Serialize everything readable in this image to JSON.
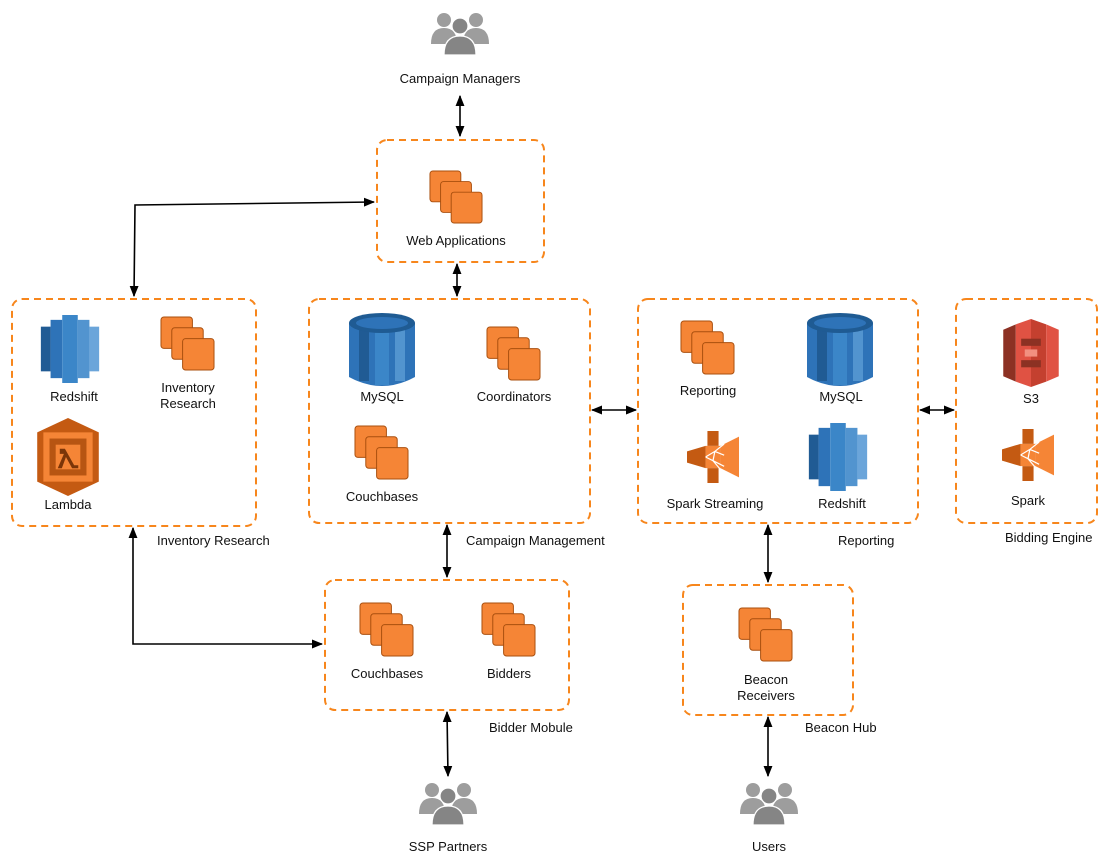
{
  "colors": {
    "group_border": "#f7861c",
    "compute_orange": "#f58536",
    "database_blue": "#2e73b8",
    "storage_red": "#e05243",
    "user_gray": "#9d9d9d",
    "arrow": "#000000"
  },
  "actors": {
    "campaign_managers": "Campaign Managers",
    "ssp_partners": "SSP Partners",
    "users": "Users"
  },
  "groups": {
    "web_applications": {
      "nodes": {
        "web_applications": "Web Applications"
      }
    },
    "inventory_research": {
      "title": "Inventory Research",
      "nodes": {
        "redshift": "Redshift",
        "inventory_research_1": "Inventory",
        "inventory_research_2": "Research",
        "lambda": "Lambda"
      }
    },
    "campaign_management": {
      "title": "Campaign Management",
      "nodes": {
        "mysql": "MySQL",
        "coordinators": "Coordinators",
        "couchbases": "Couchbases"
      }
    },
    "reporting": {
      "title": "Reporting",
      "nodes": {
        "reporting": "Reporting",
        "mysql": "MySQL",
        "spark_streaming": "Spark Streaming",
        "redshift": "Redshift"
      }
    },
    "bidding_engine": {
      "title": "Bidding Engine",
      "nodes": {
        "s3": "S3",
        "spark": "Spark"
      }
    },
    "bidder_module": {
      "title": "Bidder Mobule",
      "nodes": {
        "couchbases": "Couchbases",
        "bidders": "Bidders"
      }
    },
    "beacon_hub": {
      "title": "Beacon Hub",
      "nodes": {
        "beacon_receivers_1": "Beacon",
        "beacon_receivers_2": "Receivers"
      }
    }
  },
  "icons": {
    "actor": "users-group-icon",
    "compute": "ec2-instances-icon",
    "database": "rds-database-icon",
    "warehouse": "redshift-icon",
    "function": "lambda-icon",
    "analytics": "spark-icon",
    "bucket": "s3-bucket-icon"
  }
}
